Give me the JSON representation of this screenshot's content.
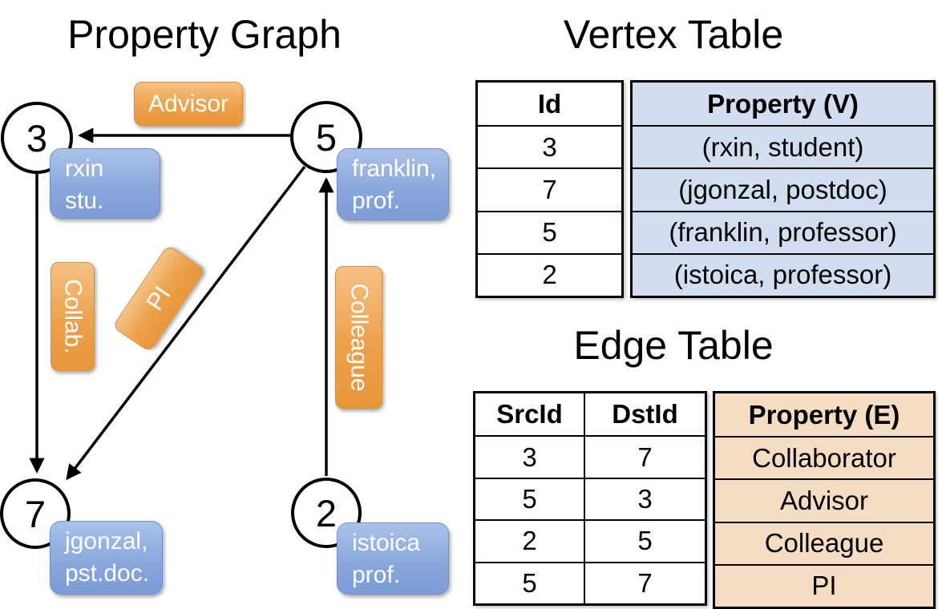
{
  "titles": {
    "graph": "Property Graph",
    "vertex_table": "Vertex Table",
    "edge_table": "Edge Table"
  },
  "graph": {
    "nodes": [
      {
        "id": "3",
        "property_lines": [
          "rxin",
          "stu."
        ]
      },
      {
        "id": "5",
        "property_lines": [
          "franklin,",
          "prof."
        ]
      },
      {
        "id": "7",
        "property_lines": [
          "jgonzal,",
          "pst.doc."
        ]
      },
      {
        "id": "2",
        "property_lines": [
          "istoica",
          "prof."
        ]
      }
    ],
    "edge_labels": [
      {
        "label": "Advisor",
        "src": "5",
        "dst": "3"
      },
      {
        "label": "Collab.",
        "src": "3",
        "dst": "7"
      },
      {
        "label": "PI",
        "src": "5",
        "dst": "7"
      },
      {
        "label": "Colleague",
        "src": "2",
        "dst": "5"
      }
    ]
  },
  "vertex_table": {
    "columns": [
      "Id",
      "Property (V)"
    ],
    "rows": [
      [
        "3",
        "(rxin, student)"
      ],
      [
        "7",
        "(jgonzal, postdoc)"
      ],
      [
        "5",
        "(franklin, professor)"
      ],
      [
        "2",
        "(istoica, professor)"
      ]
    ]
  },
  "edge_table": {
    "columns": [
      "SrcId",
      "DstId",
      "Property (E)"
    ],
    "rows": [
      [
        "3",
        "7",
        "Collaborator"
      ],
      [
        "5",
        "3",
        "Advisor"
      ],
      [
        "2",
        "5",
        "Colleague"
      ],
      [
        "5",
        "7",
        "PI"
      ]
    ]
  },
  "colors": {
    "edge_label_fill": "#ECA14B",
    "vertex_label_fill": "#87A6DB",
    "vertex_table_fill": "#D2DDF0",
    "edge_table_fill": "#F6DCC2",
    "line": "#000000"
  }
}
